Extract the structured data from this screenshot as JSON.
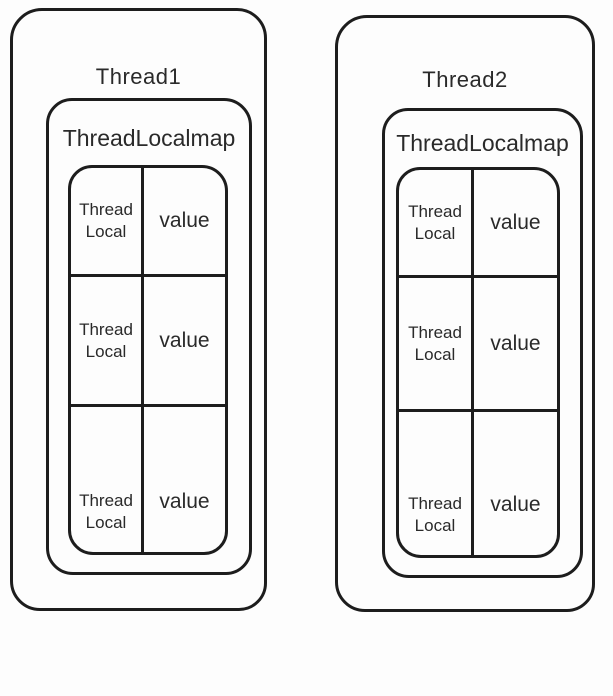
{
  "diagram": {
    "background": "#fdfdfd",
    "stroke_color": "#1d1d1d",
    "text_color": "#2a2a2a",
    "threads": [
      {
        "title": "Thread1",
        "map_label": "ThreadLocalmap",
        "entries": [
          {
            "key_lines": [
              "Thread",
              "Local"
            ],
            "value": "value"
          },
          {
            "key_lines": [
              "Thread",
              "Local"
            ],
            "value": "value"
          },
          {
            "key_lines": [
              "Thread",
              "Local"
            ],
            "value": "value"
          }
        ]
      },
      {
        "title": "Thread2",
        "map_label": "ThreadLocalmap",
        "entries": [
          {
            "key_lines": [
              "Thread",
              "Local"
            ],
            "value": "value"
          },
          {
            "key_lines": [
              "Thread",
              "Local"
            ],
            "value": "value"
          },
          {
            "key_lines": [
              "Thread",
              "Local"
            ],
            "value": "value"
          }
        ]
      }
    ]
  }
}
